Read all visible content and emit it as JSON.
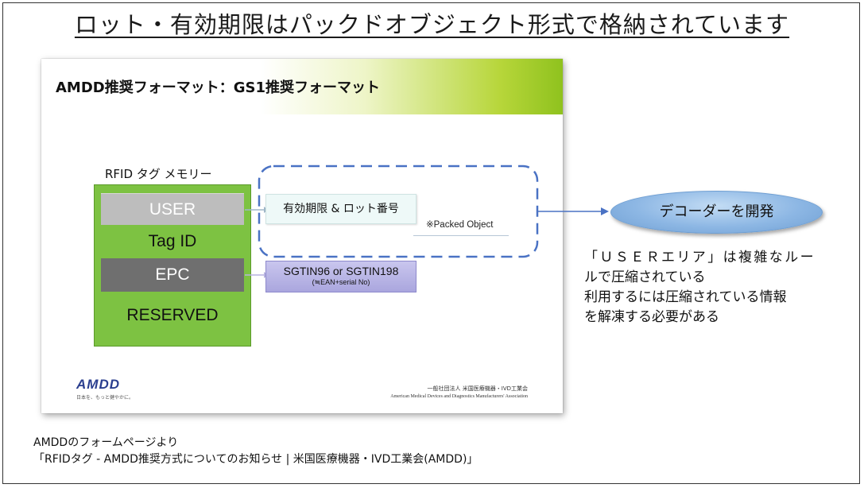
{
  "title": "ロット・有効期限はパックドオブジェクト形式で格納されています",
  "slide": {
    "title": "AMDD推奨フォーマット：GS1推奨フォーマット",
    "memory_label": "RFID タグ  メモリー",
    "memory_rows": [
      "USER",
      "Tag ID",
      "EPC",
      "RESERVED"
    ],
    "lot_box": "有効期限 & ロット番号",
    "packed_object": "※Packed Object",
    "sgtin_main": "SGTIN96 or SGTIN198",
    "sgtin_sub": "(≒EAN+serial No)",
    "logo": "AMDD",
    "logo_tagline": "日本を、もっと健やかに。",
    "association_jp": "一般社団法人 米国医療機器・IVD工業会",
    "association_en": "American Medical Devices and Diagnostics Manufacturers' Association"
  },
  "decoder_label": "デコーダーを開発",
  "note_lines": [
    "「ＵＳＥＲエリア」は複雑なルー",
    "ルで圧縮されている",
    "利用するには圧縮されている情報",
    "を解凍する必要がある"
  ],
  "source_lines": [
    "AMDDのフォームページより",
    "「RFIDタグ - AMDD推奨方式についてのお知らせ | 米国医療機器・IVD工業会(AMDD)」"
  ],
  "colors": {
    "memory_green": "#7dc242",
    "user_gray": "#bdbdbd",
    "epc_gray": "#6f6f6f",
    "dash_blue": "#4a72c4",
    "decoder_blue": "#8db7e4",
    "sgtin_purple": "#aaa6de"
  }
}
